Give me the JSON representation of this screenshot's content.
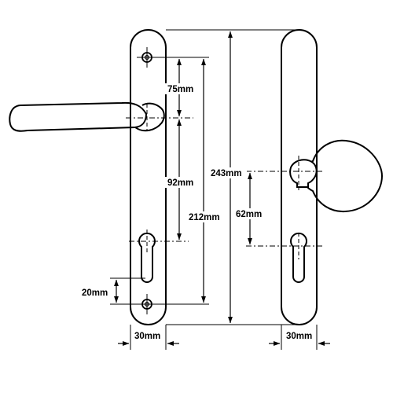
{
  "colors": {
    "ink": "#000000",
    "background": "#ffffff"
  },
  "dimensions": {
    "lever_spindle_offset": "75mm",
    "lever_centres": "92mm",
    "lever_screw_centres": "212mm",
    "overall_height": "243mm",
    "pad_centres": "62mm",
    "cylinder_to_screw": "20mm",
    "lever_plate_width": "30mm",
    "pad_plate_width": "30mm"
  }
}
